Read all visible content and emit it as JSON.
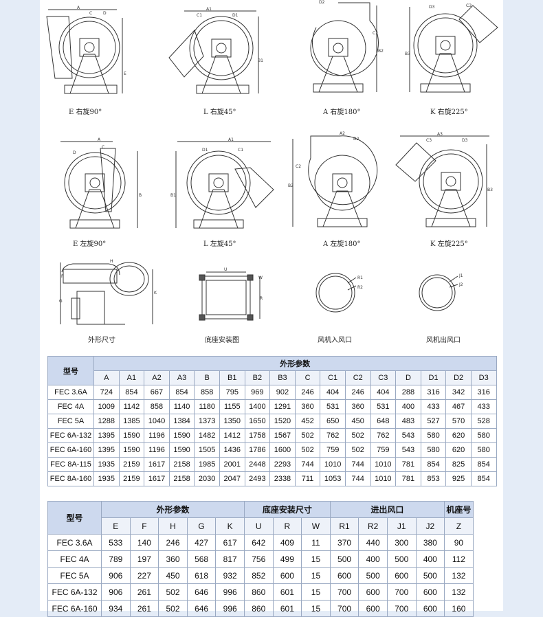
{
  "captions": {
    "r1": [
      "E 右旋90°",
      "L 右旋45°",
      "A 右旋180°",
      "K 右旋225°"
    ],
    "r2": [
      "E 左旋90°",
      "L 左旋45°",
      "A 左旋180°",
      "K 左旋225°"
    ],
    "r3": [
      "外形尺寸",
      "底座安装图",
      "风机入风口",
      "风机出风口"
    ]
  },
  "dims": {
    "e_right": [
      "A",
      "C",
      "D",
      "E"
    ],
    "l_right": [
      "A1",
      "C1",
      "D1",
      "B1"
    ],
    "a_right": [
      "D2",
      "C2",
      "B2"
    ],
    "k_right": [
      "D3",
      "C3",
      "B3"
    ],
    "e_left": [
      "A",
      "D",
      "C",
      "B"
    ],
    "l_left": [
      "A1",
      "D1",
      "C1",
      "B1"
    ],
    "a_left": [
      "A2",
      "D2",
      "C2",
      "B2"
    ],
    "k_left": [
      "A3",
      "C3",
      "D3",
      "B3"
    ],
    "outline": [
      "H",
      "F",
      "G",
      "K"
    ],
    "base": [
      "U",
      "W",
      "R"
    ],
    "inlet": [
      "R1",
      "R2"
    ],
    "outlet": [
      "J1",
      "J2"
    ]
  },
  "table1": {
    "model_header": "型号",
    "group_header": "外形参数",
    "columns": [
      "A",
      "A1",
      "A2",
      "A3",
      "B",
      "B1",
      "B2",
      "B3",
      "C",
      "C1",
      "C2",
      "C3",
      "D",
      "D1",
      "D2",
      "D3"
    ],
    "rows": [
      {
        "model": "FEC 3.6A",
        "values": [
          "724",
          "854",
          "667",
          "854",
          "858",
          "795",
          "969",
          "902",
          "246",
          "404",
          "246",
          "404",
          "288",
          "316",
          "342",
          "316"
        ]
      },
      {
        "model": "FEC 4A",
        "values": [
          "1009",
          "1142",
          "858",
          "1140",
          "1180",
          "1155",
          "1400",
          "1291",
          "360",
          "531",
          "360",
          "531",
          "400",
          "433",
          "467",
          "433"
        ]
      },
      {
        "model": "FEC 5A",
        "values": [
          "1288",
          "1385",
          "1040",
          "1384",
          "1373",
          "1350",
          "1650",
          "1520",
          "452",
          "650",
          "450",
          "648",
          "483",
          "527",
          "570",
          "528"
        ]
      },
      {
        "model": "FEC 6A-132",
        "values": [
          "1395",
          "1590",
          "1196",
          "1590",
          "1482",
          "1412",
          "1758",
          "1567",
          "502",
          "762",
          "502",
          "762",
          "543",
          "580",
          "620",
          "580"
        ]
      },
      {
        "model": "FEC 6A-160",
        "values": [
          "1395",
          "1590",
          "1196",
          "1590",
          "1505",
          "1436",
          "1786",
          "1600",
          "502",
          "759",
          "502",
          "759",
          "543",
          "580",
          "620",
          "580"
        ]
      },
      {
        "model": "FEC 8A-115",
        "values": [
          "1935",
          "2159",
          "1617",
          "2158",
          "1985",
          "2001",
          "2448",
          "2293",
          "744",
          "1010",
          "744",
          "1010",
          "781",
          "854",
          "825",
          "854"
        ]
      },
      {
        "model": "FEC 8A-160",
        "values": [
          "1935",
          "2159",
          "1617",
          "2158",
          "2030",
          "2047",
          "2493",
          "2338",
          "711",
          "1053",
          "744",
          "1010",
          "781",
          "853",
          "925",
          "854"
        ]
      }
    ]
  },
  "table2": {
    "model_header": "型号",
    "groups": [
      {
        "label": "外形参数",
        "span": 5
      },
      {
        "label": "底座安装尺寸",
        "span": 3
      },
      {
        "label": "进出风口",
        "span": 4
      },
      {
        "label": "机座号",
        "span": 1
      }
    ],
    "columns": [
      "E",
      "F",
      "H",
      "G",
      "K",
      "U",
      "R",
      "W",
      "R1",
      "R2",
      "J1",
      "J2",
      "Z"
    ],
    "rows": [
      {
        "model": "FEC 3.6A",
        "values": [
          "533",
          "140",
          "246",
          "427",
          "617",
          "642",
          "409",
          "11",
          "370",
          "440",
          "300",
          "380",
          "90"
        ]
      },
      {
        "model": "FEC 4A",
        "values": [
          "789",
          "197",
          "360",
          "568",
          "817",
          "756",
          "499",
          "15",
          "500",
          "400",
          "500",
          "400",
          "112"
        ]
      },
      {
        "model": "FEC 5A",
        "values": [
          "906",
          "227",
          "450",
          "618",
          "932",
          "852",
          "600",
          "15",
          "600",
          "500",
          "600",
          "500",
          "132"
        ]
      },
      {
        "model": "FEC 6A-132",
        "values": [
          "906",
          "261",
          "502",
          "646",
          "996",
          "860",
          "601",
          "15",
          "700",
          "600",
          "700",
          "600",
          "132"
        ]
      },
      {
        "model": "FEC 6A-160",
        "values": [
          "934",
          "261",
          "502",
          "646",
          "996",
          "860",
          "601",
          "15",
          "700",
          "600",
          "700",
          "600",
          "160"
        ]
      }
    ]
  }
}
